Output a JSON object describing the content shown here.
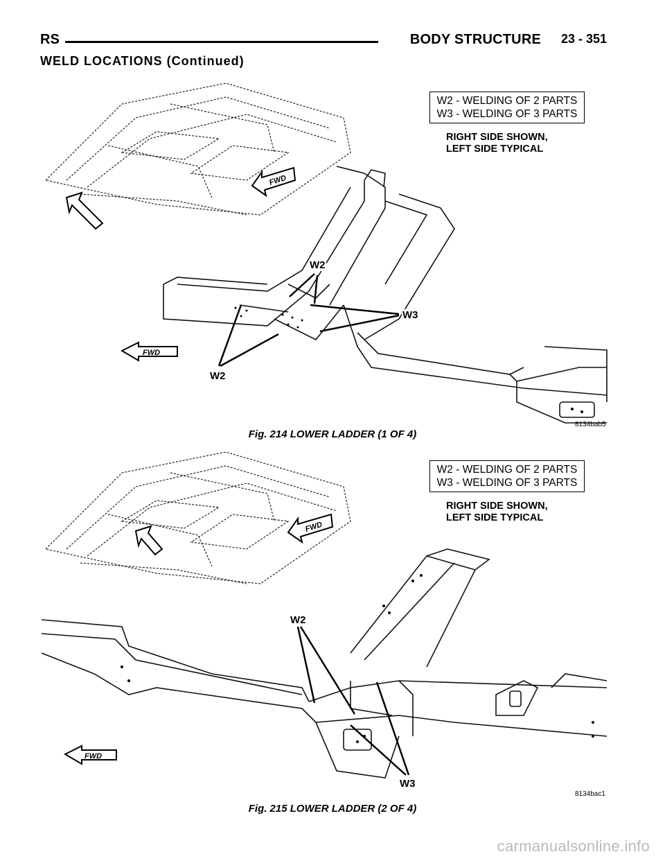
{
  "header": {
    "left": "RS",
    "section": "BODY STRUCTURE",
    "page": "23 - 351"
  },
  "subtitle": "WELD LOCATIONS (Continued)",
  "figures": [
    {
      "legend": [
        "W2 - WELDING OF 2 PARTS",
        "W3 - WELDING OF 3 PARTS"
      ],
      "note": [
        "RIGHT SIDE SHOWN,",
        "LEFT SIDE TYPICAL"
      ],
      "callouts": {
        "w2_top": "W2",
        "w3": "W3",
        "w2_bottom": "W2"
      },
      "fwd_labels": [
        "FWD",
        "FWD"
      ],
      "code": "8134bab5",
      "caption": "Fig. 214 LOWER LADDER (1 OF 4)"
    },
    {
      "legend": [
        "W2 - WELDING OF 2 PARTS",
        "W3 - WELDING OF 3 PARTS"
      ],
      "note": [
        "RIGHT SIDE SHOWN,",
        "LEFT SIDE TYPICAL"
      ],
      "callouts": {
        "w2": "W2",
        "w3": "W3"
      },
      "fwd_labels": [
        "FWD",
        "FWD"
      ],
      "code": "8134bac1",
      "caption": "Fig. 215 LOWER LADDER (2 OF 4)"
    }
  ],
  "watermark": "carmanualsonline.info"
}
